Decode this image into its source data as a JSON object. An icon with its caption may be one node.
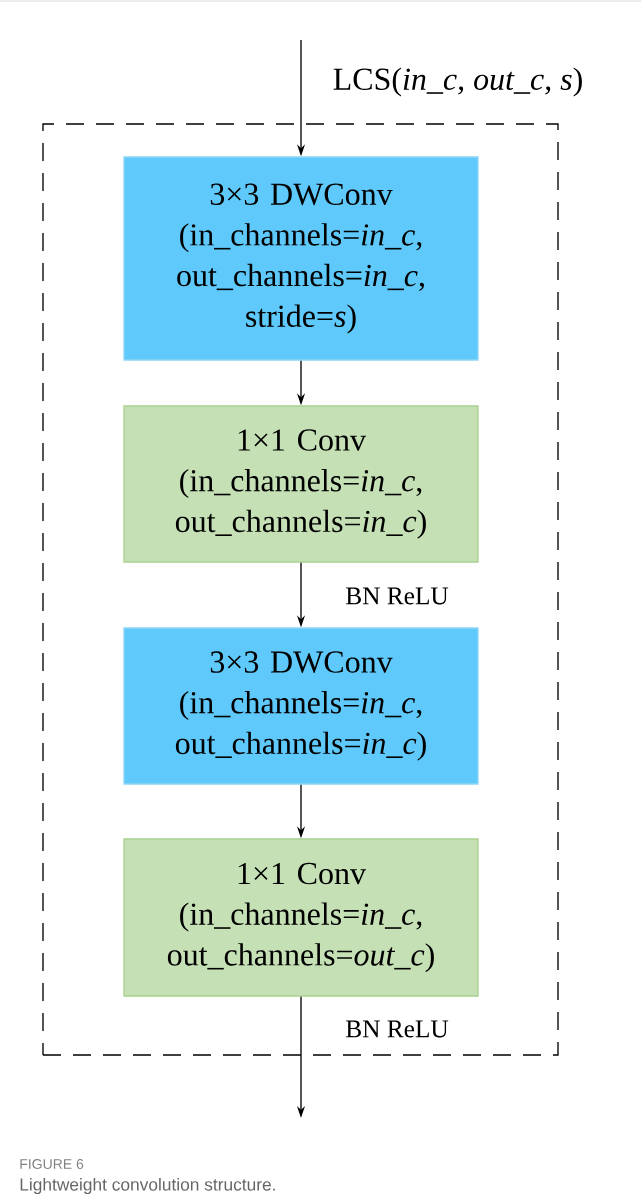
{
  "diagram": {
    "caption": "Lightweight convolution structure.",
    "nodes": [
      {
        "text": [
          "LCS(*in_c, out_c, s*)"
        ]
      },
      {
        "text": [
          "3×3 DWConv",
          "(in_channels=*in_c*, out_channels=*in_c*, stride=*s*)"
        ],
        "in": 0
      },
      {
        "text": [
          "1×1 Conv",
          "(in_channels=*in_c*, out_channels=*in_c*)"
        ],
        "in": 0
      },
      {
        "text": [
          "3×3 DWConv",
          "(in_channels=*in_c*, out_channels=*in_c*)"
        ],
        "in": 0
      },
      {
        "text": [
          "1×1 Conv",
          "(in_channels=*in_c*, out_channels=*out_c*)"
        ],
        "in": 0
      }
    ],
    "edges": [
      {
        "from": null,
        "to": 1,
        "arrow": "to"
      },
      {
        "from": 1,
        "to": 2,
        "arrow": "to"
      },
      {
        "from": 2,
        "to": 3,
        "arrow": "to",
        "label": "BN ReLU"
      },
      {
        "from": 3,
        "to": 4,
        "arrow": "to"
      },
      {
        "from": 4,
        "to": null,
        "arrow": "to",
        "label": "BN ReLU"
      }
    ],
    "labels": [
      "FIGURE 6"
    ]
  }
}
